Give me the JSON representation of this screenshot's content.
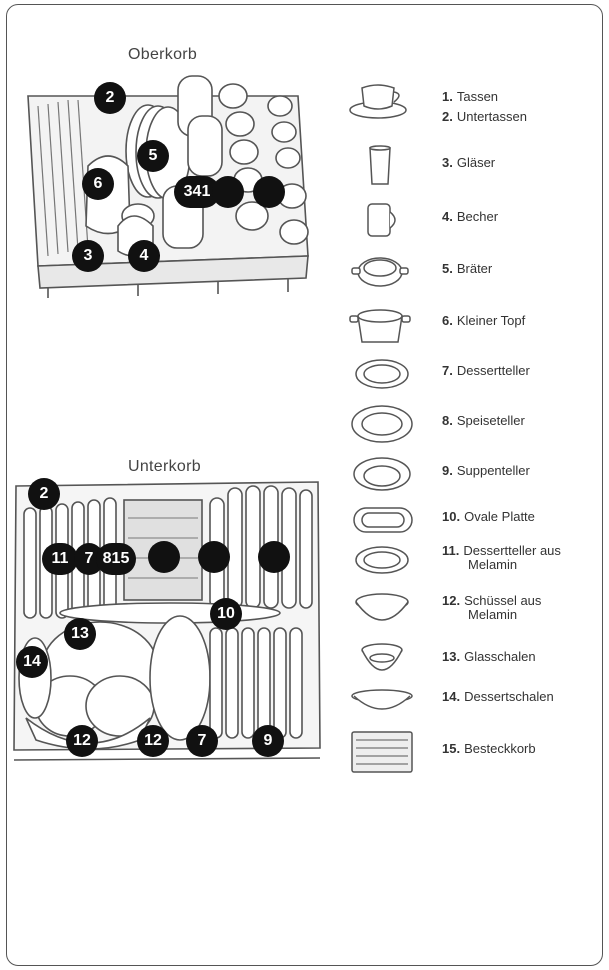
{
  "upper": {
    "title": "Oberkorb",
    "badges": [
      {
        "id": "b-up-2",
        "label": "2"
      },
      {
        "id": "b-up-5",
        "label": "5"
      },
      {
        "id": "b-up-6",
        "label": "6"
      },
      {
        "id": "b-up-3-4-1",
        "label": "341"
      },
      {
        "id": "b-up-blank-a",
        "label": ""
      },
      {
        "id": "b-up-blank-b",
        "label": ""
      },
      {
        "id": "b-up-3",
        "label": "3"
      },
      {
        "id": "b-up-4",
        "label": "4"
      }
    ]
  },
  "lower": {
    "title": "Unterkorb",
    "badges": [
      {
        "id": "b-lo-2",
        "label": "2"
      },
      {
        "id": "b-lo-11",
        "label": "11"
      },
      {
        "id": "b-lo-7",
        "label": "7"
      },
      {
        "id": "b-lo-8-15",
        "label": "815"
      },
      {
        "id": "b-lo-blank-a",
        "label": ""
      },
      {
        "id": "b-lo-blank-b",
        "label": ""
      },
      {
        "id": "b-lo-blank-c",
        "label": ""
      },
      {
        "id": "b-lo-10",
        "label": "10"
      },
      {
        "id": "b-lo-13",
        "label": "13"
      },
      {
        "id": "b-lo-14",
        "label": "14"
      },
      {
        "id": "b-lo-12a",
        "label": "12"
      },
      {
        "id": "b-lo-12b",
        "label": "12"
      },
      {
        "id": "b-lo-7b",
        "label": "7"
      },
      {
        "id": "b-lo-9",
        "label": "9"
      }
    ]
  },
  "legend": [
    {
      "num": "1.",
      "lines": [
        "Tassen"
      ],
      "icon": "cup-saucer"
    },
    {
      "num": "2.",
      "lines": [
        "Untertassen"
      ],
      "icon": "saucer"
    },
    {
      "num": "3.",
      "lines": [
        "Gläser"
      ],
      "icon": "glass"
    },
    {
      "num": "4.",
      "lines": [
        "Becher"
      ],
      "icon": "mug"
    },
    {
      "num": "5.",
      "lines": [
        "Bräter"
      ],
      "icon": "roaster"
    },
    {
      "num": "6.",
      "lines": [
        "Kleiner Topf"
      ],
      "icon": "pot"
    },
    {
      "num": "7.",
      "lines": [
        "Dessertteller"
      ],
      "icon": "dessert-plate"
    },
    {
      "num": "8.",
      "lines": [
        "Speiseteller"
      ],
      "icon": "dinner-plate"
    },
    {
      "num": "9.",
      "lines": [
        "Suppenteller"
      ],
      "icon": "soup-plate"
    },
    {
      "num": "10.",
      "lines": [
        "Ovale Platte"
      ],
      "icon": "oval-platter"
    },
    {
      "num": "11.",
      "lines": [
        "Dessertteller aus",
        "Melamin"
      ],
      "icon": "melamine-plate"
    },
    {
      "num": "12.",
      "lines": [
        "Schüssel aus",
        "Melamin"
      ],
      "icon": "melamine-bowl"
    },
    {
      "num": "13.",
      "lines": [
        "Glasschalen"
      ],
      "icon": "glass-bowl"
    },
    {
      "num": "14.",
      "lines": [
        "Dessertschalen"
      ],
      "icon": "dessert-bowl"
    },
    {
      "num": "15.",
      "lines": [
        "Besteckkorb"
      ],
      "icon": "cutlery-basket"
    }
  ]
}
